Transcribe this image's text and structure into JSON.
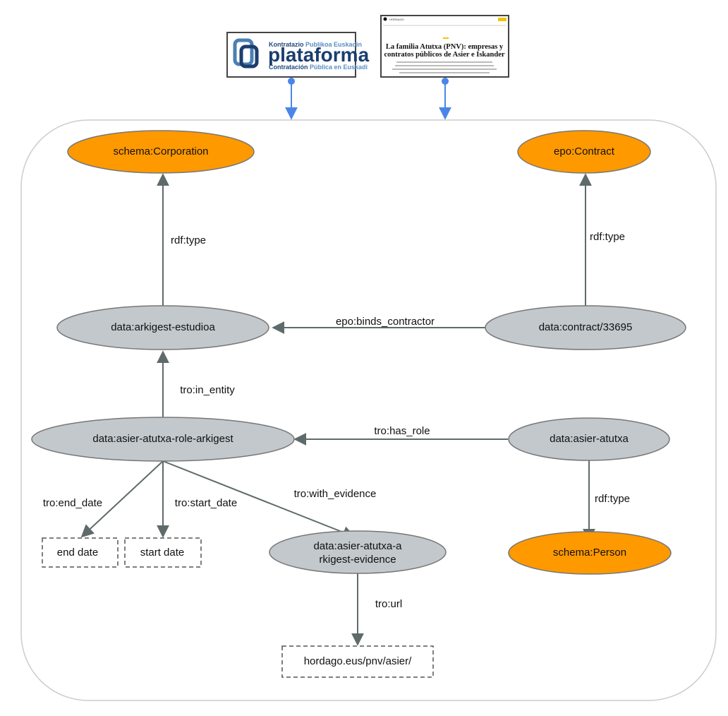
{
  "nodes": {
    "corporation": "schema:Corporation",
    "contract_class": "epo:Contract",
    "arkigest": "data:arkigest-estudioa",
    "contract": "data:contract/33695",
    "role": "data:asier-atutxa-role-arkigest",
    "person": "data:asier-atutxa",
    "end_date": "end date",
    "start_date": "start date",
    "evidence_line1": "data:asier-atutxa-a",
    "evidence_line2": "rkigest-evidence",
    "person_class": "schema:Person",
    "url": "hordago.eus/pnv/asier/"
  },
  "edges": {
    "arkigest_type": "rdf:type",
    "contract_type": "rdf:type",
    "binds_contractor": "epo:binds_contractor",
    "in_entity": "tro:in_entity",
    "has_role": "tro:has_role",
    "end_date": "tro:end_date",
    "start_date": "tro:start_date",
    "with_evidence": "tro:with_evidence",
    "person_type": "rdf:type",
    "url": "tro:url"
  },
  "sources": {
    "plataforma": {
      "line1_a": "Kontratazio",
      "line1_b": "Publikoa Euskadin",
      "brand": "plataforma",
      "line3_a": "Contratación",
      "line3_b": "Pública en Euskadi"
    },
    "article": {
      "site": "HORDAGO",
      "title_line1": "La familia Atutxa (PNV): empresas y",
      "title_line2": "contratos públicos de Asier e Iskander"
    }
  },
  "colors": {
    "class_fill": "#ff9900",
    "instance_fill": "#c2c8cc",
    "edge": "#5f6b6b",
    "source_arrow": "#4a86e8"
  }
}
